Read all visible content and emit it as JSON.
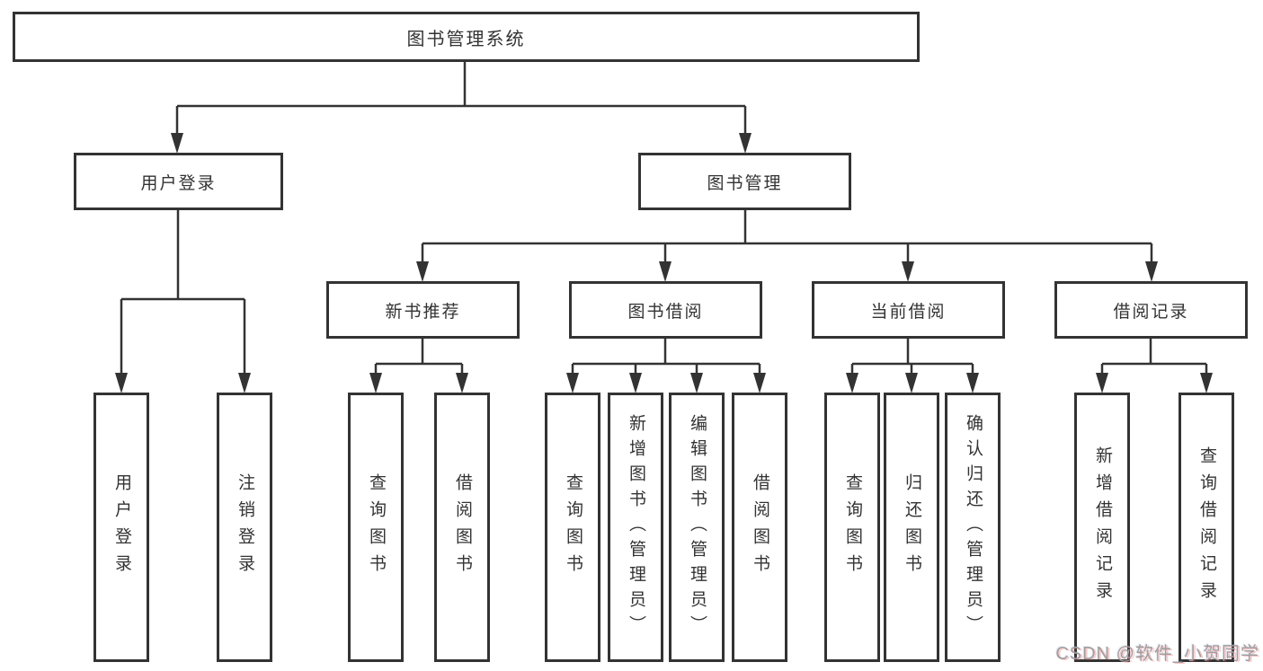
{
  "diagram": {
    "title_node": "图书管理系统",
    "level2": {
      "user_login": "用户登录",
      "book_mgmt": "图书管理"
    },
    "level3": {
      "new_books": "新书推荐",
      "borrow": "图书借阅",
      "current": "当前借阅",
      "records": "借阅记录"
    },
    "leaves": {
      "user_login": [
        "用户登录",
        "注销登录"
      ],
      "new_books": [
        "查询图书",
        "借阅图书"
      ],
      "borrow": [
        "查询图书",
        "新增图书（管理员）",
        "编辑图书（管理员）",
        "借阅图书"
      ],
      "current": [
        "查询图书",
        "归还图书",
        "确认归还（管理员）"
      ],
      "records": [
        "新增借阅记录",
        "查询借阅记录"
      ]
    }
  },
  "watermark": "CSDN @软件_小贺同学",
  "colors": {
    "line": "#333333",
    "box_border": "#333333",
    "text": "#333333",
    "background": "#ffffff",
    "watermark_gray": "#9e9e9e",
    "watermark_accent": "#ff4d4d"
  }
}
